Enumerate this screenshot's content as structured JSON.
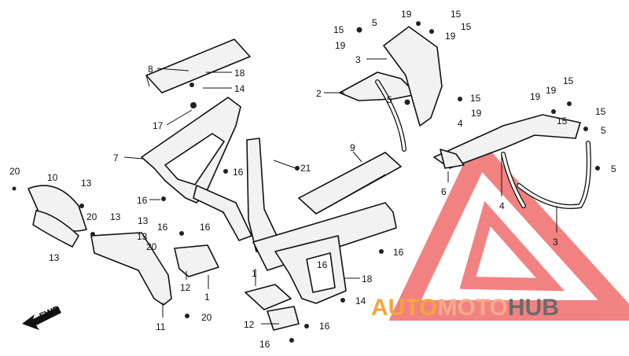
{
  "callouts": [
    "20",
    "10",
    "13",
    "13",
    "20",
    "13",
    "13",
    "20",
    "16",
    "16",
    "13",
    "12",
    "1",
    "11",
    "20",
    "8",
    "18",
    "14",
    "17",
    "7",
    "16",
    "16",
    "21",
    "9",
    "16",
    "1",
    "16",
    "18",
    "14",
    "12",
    "16",
    "16",
    "15",
    "5",
    "19",
    "15",
    "15",
    "19",
    "19",
    "3",
    "2",
    "5",
    "15",
    "19",
    "4",
    "15",
    "19",
    "19",
    "15",
    "15",
    "5",
    "5",
    "6",
    "4",
    "3"
  ],
  "fwd_label": "FWD",
  "brand": {
    "part1": "AUTO",
    "part2": "MOTO",
    "part3": "HUB",
    "color1": "#f6a53a",
    "color2": "#f3ab8f",
    "color3": "#6b6b6b",
    "logo_color": "#f06d6d"
  }
}
